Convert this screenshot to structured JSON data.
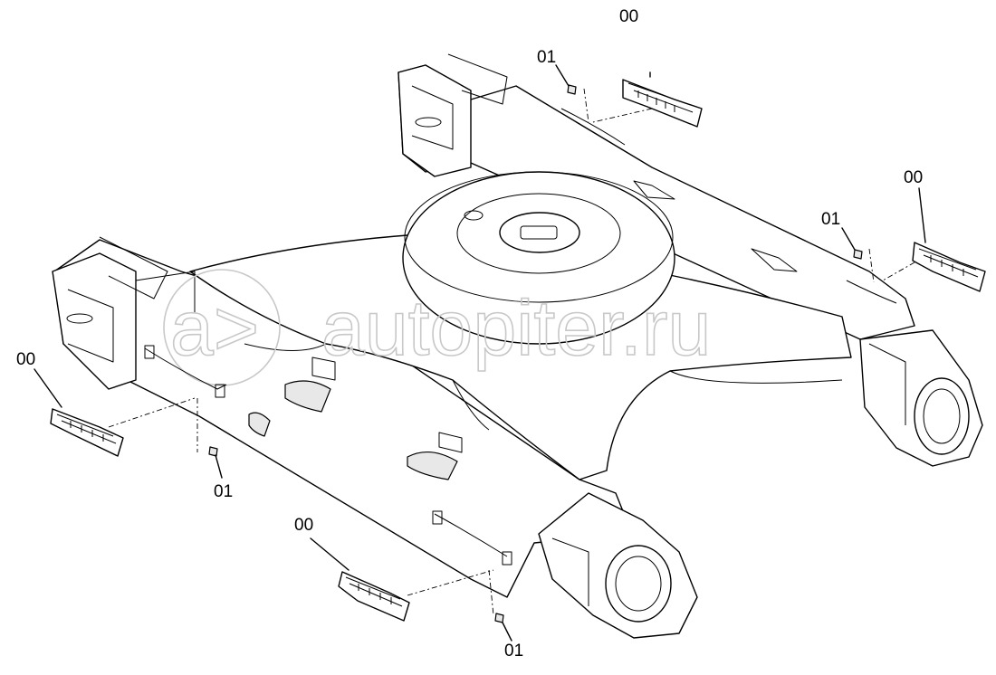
{
  "diagram": {
    "watermark": "autopiter.ru",
    "watermark_logo": "a>",
    "callouts": [
      {
        "id": "step-top-right-label",
        "text": "00"
      },
      {
        "id": "bolt-top-right-label",
        "text": "01"
      },
      {
        "id": "step-right-label",
        "text": "00"
      },
      {
        "id": "bolt-right-label",
        "text": "01"
      },
      {
        "id": "step-left-label",
        "text": "00"
      },
      {
        "id": "bolt-left-label",
        "text": "01"
      },
      {
        "id": "step-bottom-label",
        "text": "00"
      },
      {
        "id": "bolt-bottom-label",
        "text": "01"
      }
    ]
  }
}
